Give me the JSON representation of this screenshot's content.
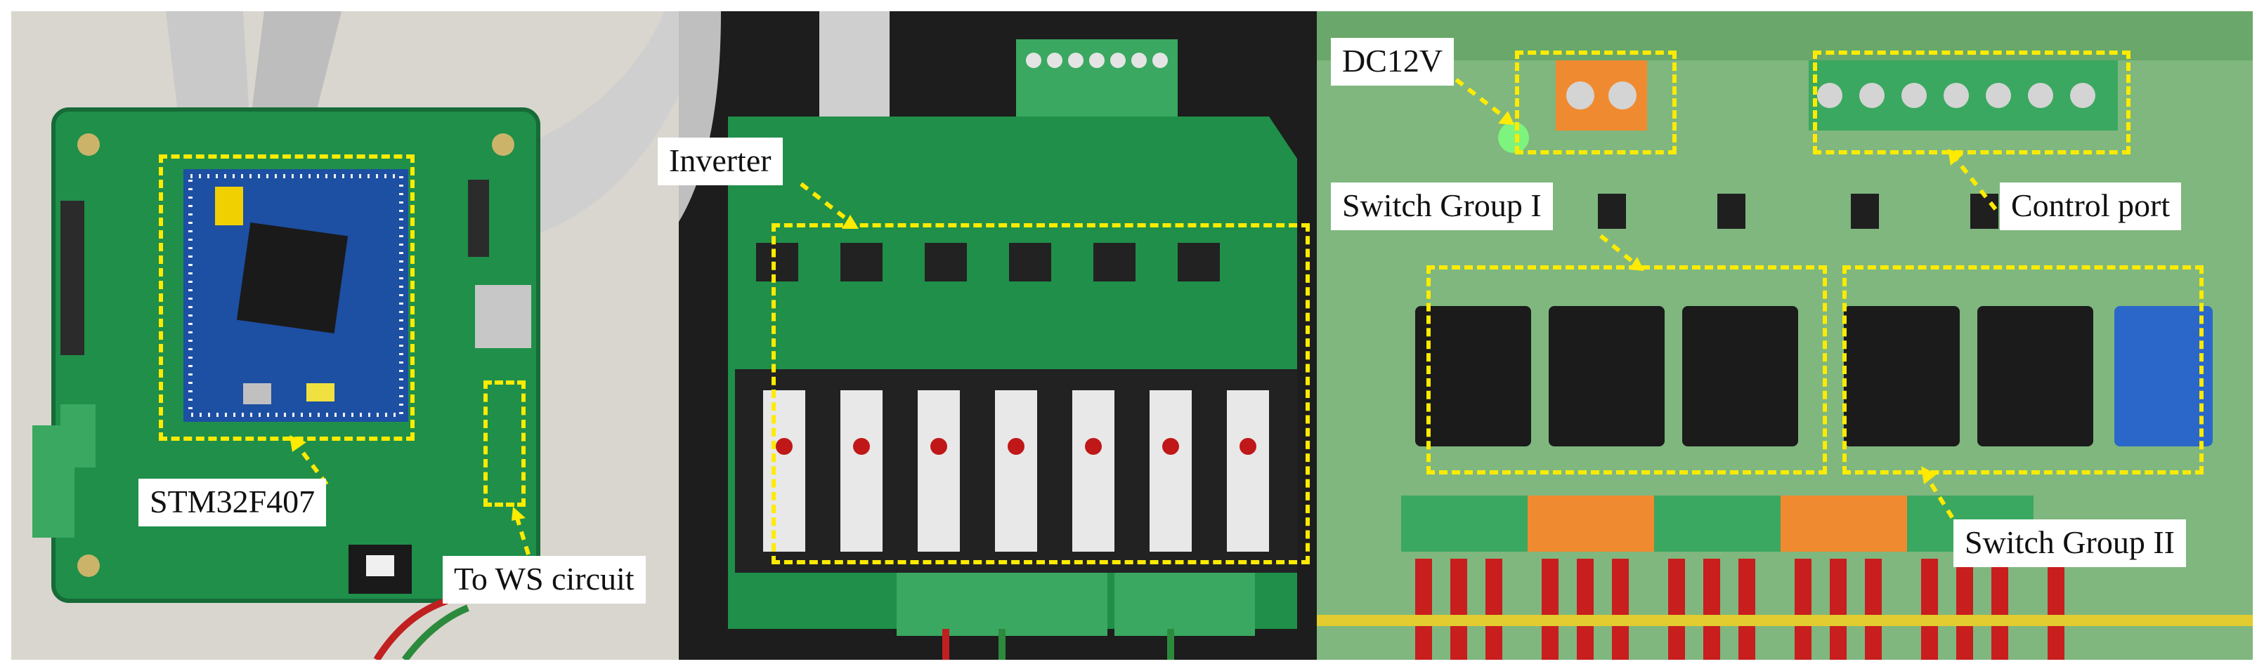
{
  "figure": {
    "panels": [
      {
        "id": "controller-board",
        "caption": ""
      },
      {
        "id": "inverter-board",
        "caption": ""
      },
      {
        "id": "relay-board",
        "caption": ""
      }
    ],
    "labels": {
      "stm32": "STM32F407",
      "ws_circuit": "To WS circuit",
      "inverter": "Inverter",
      "dc12v": "DC12V",
      "switch_group_1": "Switch Group I",
      "control_port": "Control port",
      "switch_group_2": "Switch Group II"
    },
    "colors": {
      "highlight": "#ffeb00",
      "pcb_green": "#1f8f4a",
      "relay_board_green": "#7fb77f",
      "mcu_blue": "#1d4fa3",
      "relay_blue": "#2a67c9"
    }
  }
}
